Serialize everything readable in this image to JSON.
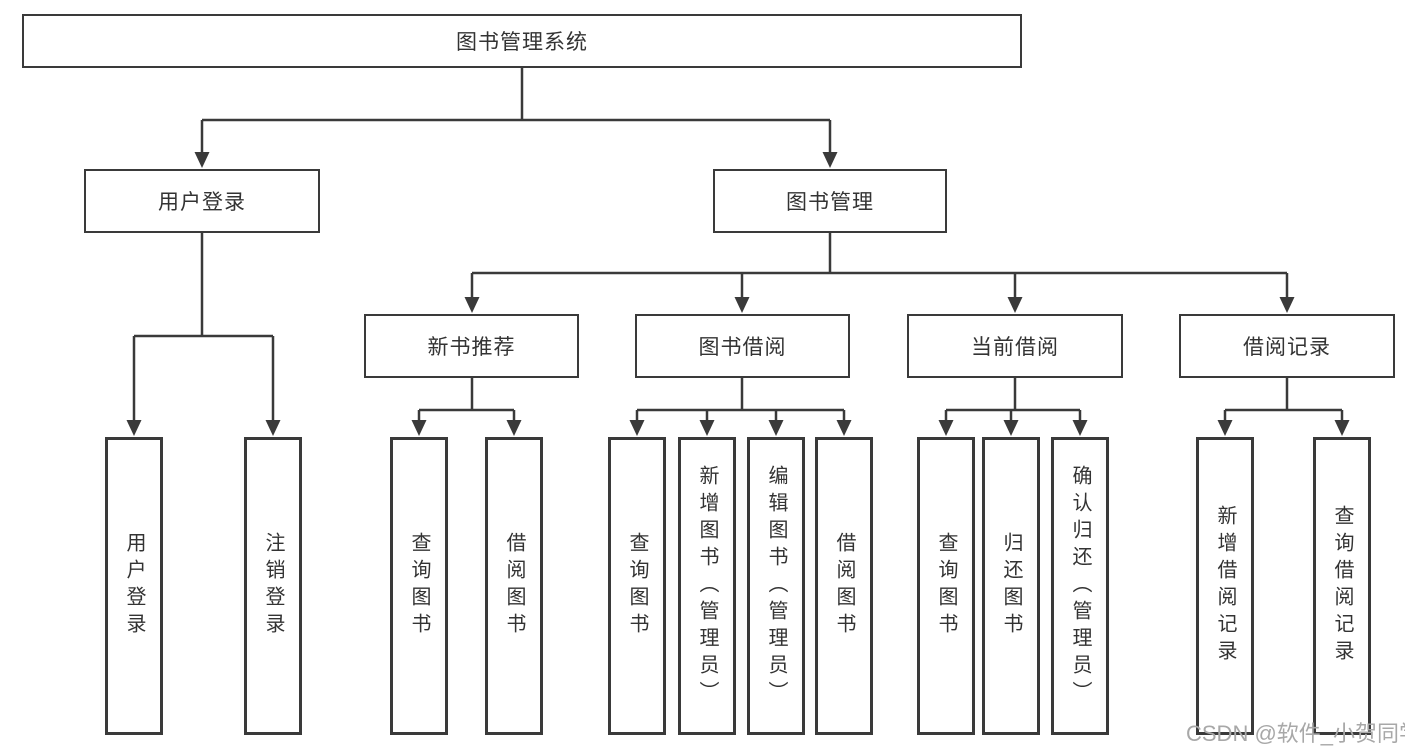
{
  "colors": {
    "line": "#3a3a3a",
    "text": "#333333",
    "background": "#ffffff",
    "watermark_text": "#a8a8a8"
  },
  "diagram": {
    "root": "图书管理系统",
    "level2": {
      "user_login": "用户登录",
      "book_management": "图书管理"
    },
    "level3": {
      "new_book_recommend": "新书推荐",
      "book_borrow": "图书借阅",
      "current_borrow": "当前借阅",
      "borrow_record": "借阅记录"
    },
    "leaves": {
      "user_login": "用户登录",
      "logout": "注销登录",
      "recommend_query_book": "查询图书",
      "recommend_borrow_book": "借阅图书",
      "borrow_query_book": "查询图书",
      "borrow_add_book": "新增图书（管理员）",
      "borrow_edit_book": "编辑图书（管理员）",
      "borrow_borrow_book": "借阅图书",
      "current_query_book": "查询图书",
      "current_return_book": "归还图书",
      "current_confirm_return": "确认归还（管理员）",
      "record_add": "新增借阅记录",
      "record_query": "查询借阅记录"
    }
  },
  "watermark": "CSDN @软件_小贺同学"
}
